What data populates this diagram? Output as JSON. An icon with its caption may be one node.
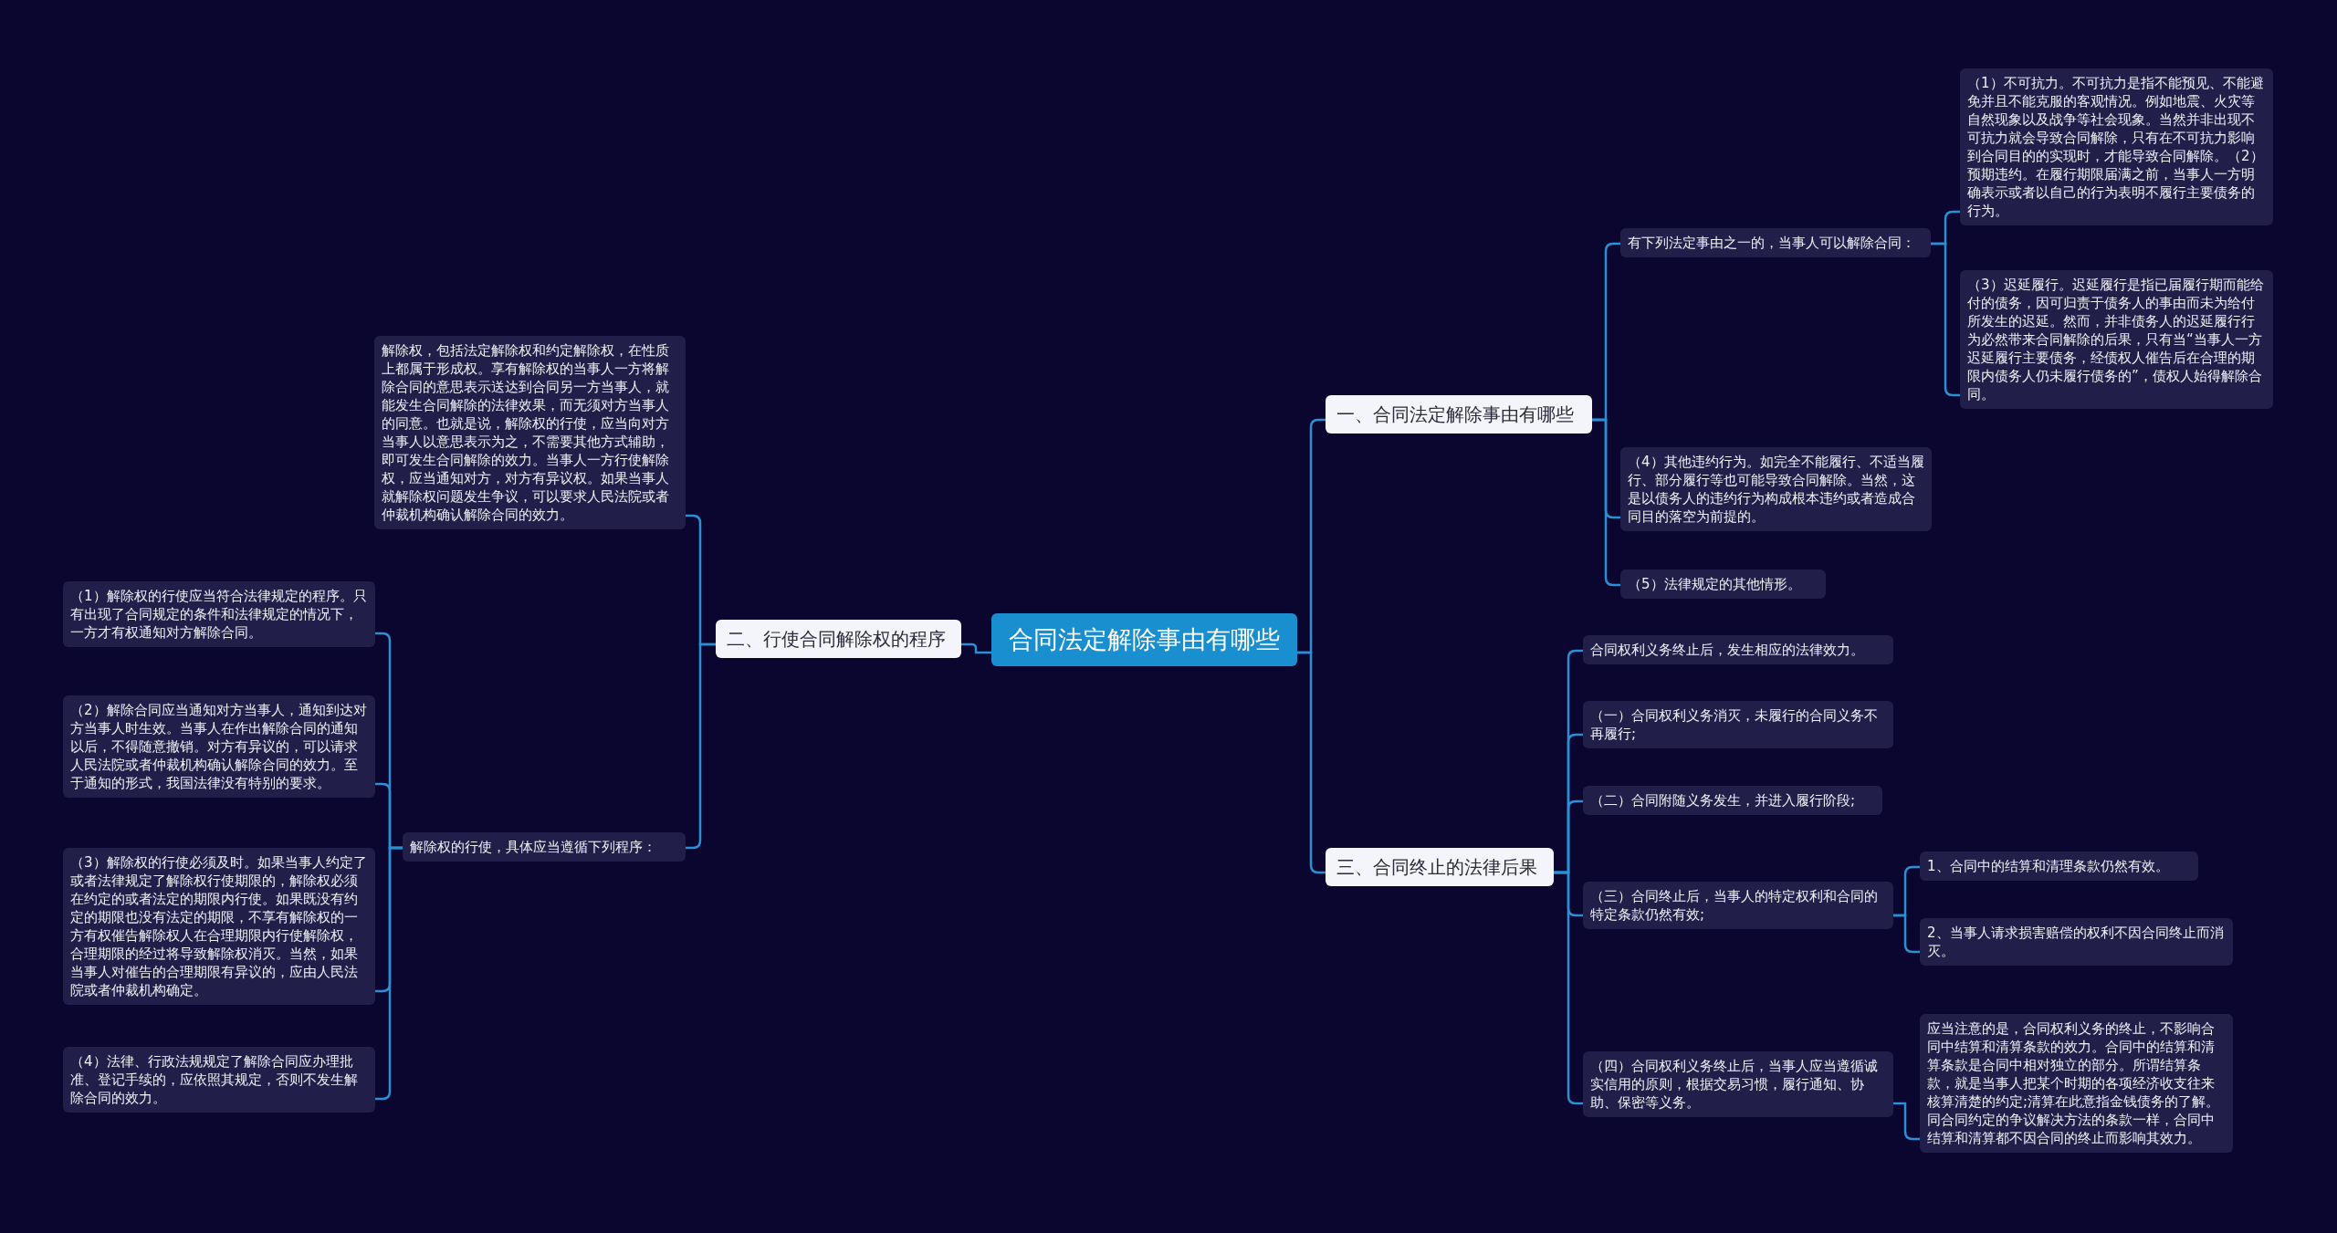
{
  "diagram": {
    "nodes": [
      {
        "text": [
          "合同法定解除事由有哪些"
        ]
      },
      {
        "text": [
          "一、合同法定解除事由有哪些"
        ]
      },
      {
        "text": [
          "有下列法定事由之一的，当事人可以解除合同："
        ]
      },
      {
        "text": [
          "（1）不可抗力。不可抗力是指不能预见、不能避免并且不能克服的客观情况。例如地震、火灾等自然现象以及战争等社会现象。当然并非出现不可抗力就会导致合同解除，只有在不可抗力影响到合同目的的实现时，才能导致合同解除。（2）预期违约。在履行期限届满之前，当事人一方明确表示或者以自己的行为表明不履行主要债务的行为。"
        ]
      },
      {
        "text": [
          "（3）迟延履行。迟延履行是指已届履行期而能给付的债务，因可归责于债务人的事由而未为给付所发生的迟延。然而，并非债务人的迟延履行行为必然带来合同解除的后果，只有当“当事人一方迟延履行主要债务，经债权人催告后在合理的期限内债务人仍未履行债务的”，债权人始得解除合同。"
        ]
      },
      {
        "text": [
          "（4）其他违约行为。如完全不能履行、不适当履行、部分履行等也可能导致合同解除。当然，这是以债务人的违约行为构成根本违约或者造成合同目的落空为前提的。"
        ]
      },
      {
        "text": [
          "（5）法律规定的其他情形。"
        ]
      },
      {
        "text": [
          "三、合同终止的法律后果"
        ]
      },
      {
        "text": [
          "合同权利义务终止后，发生相应的法律效力。"
        ]
      },
      {
        "text": [
          "（一）合同权利义务消灭，未履行的合同义务不再履行;"
        ]
      },
      {
        "text": [
          "（二）合同附随义务发生，并进入履行阶段;"
        ]
      },
      {
        "text": [
          "（三）合同终止后，当事人的特定权利和合同的特定条款仍然有效;"
        ]
      },
      {
        "text": [
          "1、合同中的结算和清理条款仍然有效。"
        ]
      },
      {
        "text": [
          "2、当事人请求损害赔偿的权利不因合同终止而消灭。"
        ]
      },
      {
        "text": [
          "（四）合同权利义务终止后，当事人应当遵循诚实信用的原则，根据交易习惯，履行通知、协助、保密等义务。"
        ]
      },
      {
        "text": [
          "应当注意的是，合同权利义务的终止，不影响合同中结算和清算条款的效力。合同中的结算和清算条款是合同中相对独立的部分。所谓结算条款，就是当事人把某个时期的各项经济收支往来核算清楚的约定;清算在此意指金钱债务的了解。同合同约定的争议解决方法的条款一样，合同中结算和清算都不因合同的终止而影响其效力。"
        ]
      },
      {
        "text": [
          "二、行使合同解除权的程序"
        ]
      },
      {
        "text": [
          "解除权，包括法定解除权和约定解除权，在性质上都属于形成权。享有解除权的当事人一方将解除合同的意思表示送达到合同另一方当事人，就能发生合同解除的法律效果，而无须对方当事人的同意。也就是说，解除权的行使，应当向对方当事人以意思表示为之，不需要其他方式辅助，即可发生合同解除的效力。当事人一方行使解除权，应当通知对方，对方有异议权。如果当事人就解除权问题发生争议，可以要求人民法院或者仲裁机构确认解除合同的效力。"
        ]
      },
      {
        "text": [
          "解除权的行使，具体应当遵循下列程序："
        ]
      },
      {
        "text": [
          "（1）解除权的行使应当符合法律规定的程序。只有出现了合同规定的条件和法律规定的情况下，一方才有权通知对方解除合同。"
        ]
      },
      {
        "text": [
          "（2）解除合同应当通知对方当事人，通知到达对方当事人时生效。当事人在作出解除合同的通知以后，不得随意撤销。对方有异议的，可以请求人民法院或者仲裁机构确认解除合同的效力。至于通知的形式，我国法律没有特别的要求。"
        ]
      },
      {
        "text": [
          "（3）解除权的行使必须及时。如果当事人约定了或者法律规定了解除权行使期限的，解除权必须在约定的或者法定的期限内行使。如果既没有约定的期限也没有法定的期限，不享有解除权的一方有权催告解除权人在合理期限内行使解除权，合理期限的经过将导致解除权消灭。当然，如果当事人对催告的合理期限有异议的，应由人民法院或者仲裁机构确定。"
        ]
      },
      {
        "text": [
          "（4）法律、行政法规规定了解除合同应办理批准、登记手续的，应依照其规定，否则不发生解除合同的效力。"
        ]
      }
    ],
    "edges": [
      {
        "from": 0,
        "to": 1,
        "arrow": "none"
      },
      {
        "from": 1,
        "to": 2,
        "arrow": "none"
      },
      {
        "from": 2,
        "to": 3,
        "arrow": "none"
      },
      {
        "from": 2,
        "to": 4,
        "arrow": "none"
      },
      {
        "from": 1,
        "to": 5,
        "arrow": "none"
      },
      {
        "from": 1,
        "to": 6,
        "arrow": "none"
      },
      {
        "from": 0,
        "to": 7,
        "arrow": "none"
      },
      {
        "from": 7,
        "to": 8,
        "arrow": "none"
      },
      {
        "from": 7,
        "to": 9,
        "arrow": "none"
      },
      {
        "from": 7,
        "to": 10,
        "arrow": "none"
      },
      {
        "from": 7,
        "to": 11,
        "arrow": "none"
      },
      {
        "from": 11,
        "to": 12,
        "arrow": "none"
      },
      {
        "from": 11,
        "to": 13,
        "arrow": "none"
      },
      {
        "from": 7,
        "to": 14,
        "arrow": "none"
      },
      {
        "from": 14,
        "to": 15,
        "arrow": "none"
      },
      {
        "from": 0,
        "to": 16,
        "arrow": "none"
      },
      {
        "from": 16,
        "to": 17,
        "arrow": "none"
      },
      {
        "from": 16,
        "to": 18,
        "arrow": "none"
      },
      {
        "from": 18,
        "to": 19,
        "arrow": "none"
      },
      {
        "from": 18,
        "to": 20,
        "arrow": "none"
      },
      {
        "from": 18,
        "to": 21,
        "arrow": "none"
      },
      {
        "from": 18,
        "to": 22,
        "arrow": "none"
      }
    ]
  }
}
